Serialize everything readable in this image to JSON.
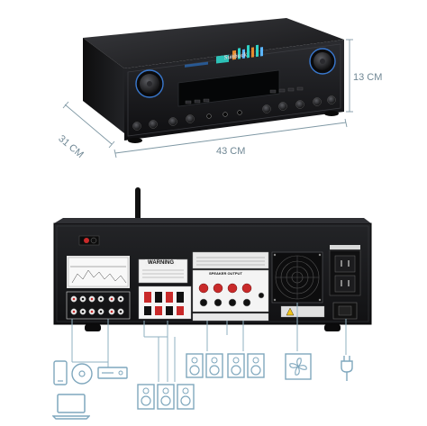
{
  "dimensions": {
    "height": "13 CM",
    "depth": "31 CM",
    "width": "43 CM"
  },
  "front_panel": {
    "brand": "Sunbuck"
  },
  "rear_panel": {
    "warning_label": "WARNING",
    "speaker_output_label": "SPEAKER OUTPUT"
  },
  "connection_icons": [
    {
      "name": "phone-icon"
    },
    {
      "name": "cd-icon"
    },
    {
      "name": "dvd-player-icon"
    },
    {
      "name": "laptop-icon"
    },
    {
      "name": "speaker-pair-icon"
    },
    {
      "name": "fan-icon"
    },
    {
      "name": "power-plug-icon"
    }
  ],
  "colors": {
    "amplifier_body": "#1b1b1d",
    "dimension_lines": "#7f98a4",
    "connector_lines": "#8fb1c2",
    "icon_stroke": "#7fa7bd",
    "display_teal": "#2fd3c6",
    "knob_ring_blue": "#3b7dd8",
    "speaker_red": "#c92a2a"
  }
}
